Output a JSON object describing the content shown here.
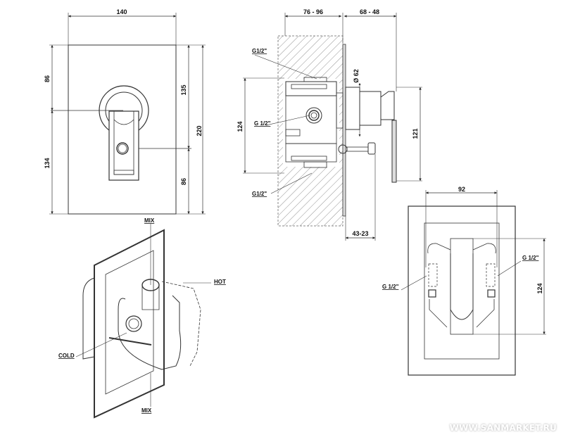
{
  "front_view": {
    "width": "140",
    "top_to_axis": "86",
    "bottom_to_axis": "134",
    "right_top": "135",
    "right_bottom": "86",
    "height": "220"
  },
  "side_view": {
    "depth_in_wall": "76 - 96",
    "depth_out_wall": "68 - 48",
    "rosette_diameter": "Ø 62",
    "body_height": "124",
    "handle_height": "121",
    "spindle_projection": "43-23",
    "connections": [
      "G1/2\"",
      "G 1/2\"",
      "G1/2\""
    ]
  },
  "rear_view": {
    "width": "92",
    "height": "124",
    "left_connection": "G 1/2\"",
    "right_connection": "G 1/2\""
  },
  "iso_view": {
    "top_label": "MIX",
    "hot_label": "HOT",
    "cold_label": "COLD",
    "bottom_label": "MIX"
  },
  "watermark": "WWW.SANMARKET.RU"
}
